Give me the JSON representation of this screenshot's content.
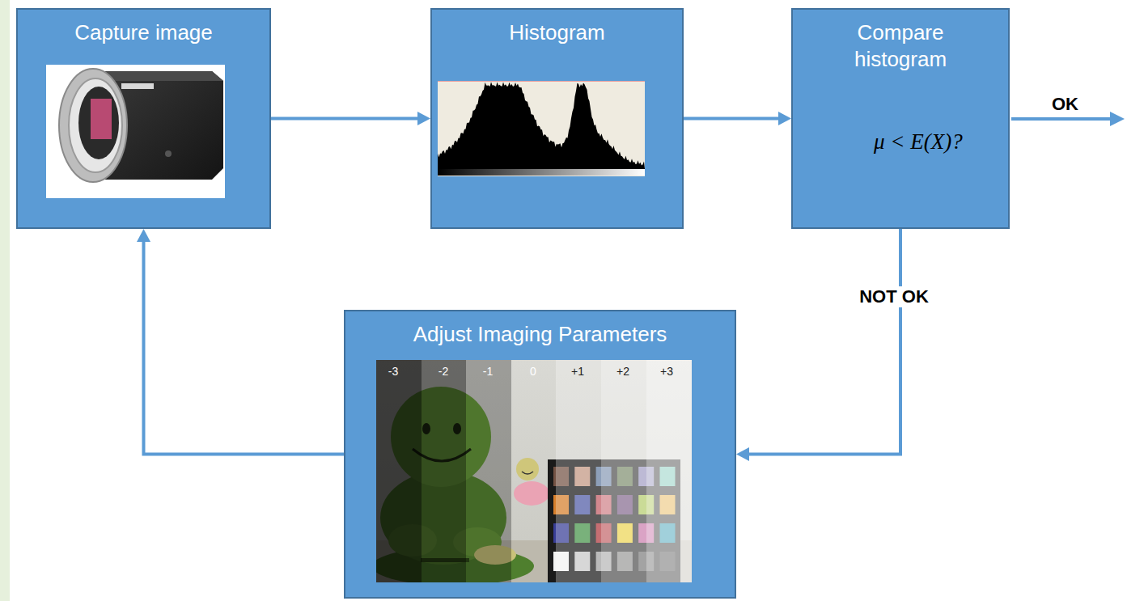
{
  "diagram": {
    "nodes": [
      {
        "text": [
          "Capture image"
        ]
      },
      {
        "text": [
          "Histogram"
        ]
      },
      {
        "text": [
          "Compare histogram",
          "μ < E(X)?"
        ]
      },
      {
        "text": [
          "Adjust Imaging Parameters"
        ]
      }
    ],
    "edges": [
      {
        "from": 0,
        "to": 1,
        "arrow": "to"
      },
      {
        "from": 1,
        "to": 2,
        "arrow": "to"
      },
      {
        "from": 2,
        "to": 3,
        "label": "NOT OK",
        "arrow": "to"
      },
      {
        "from": 3,
        "to": 0,
        "arrow": "to"
      }
    ],
    "labels": [
      "OK",
      "-3",
      "-2",
      "-1",
      "0",
      "+1",
      "+2",
      "+3"
    ]
  }
}
